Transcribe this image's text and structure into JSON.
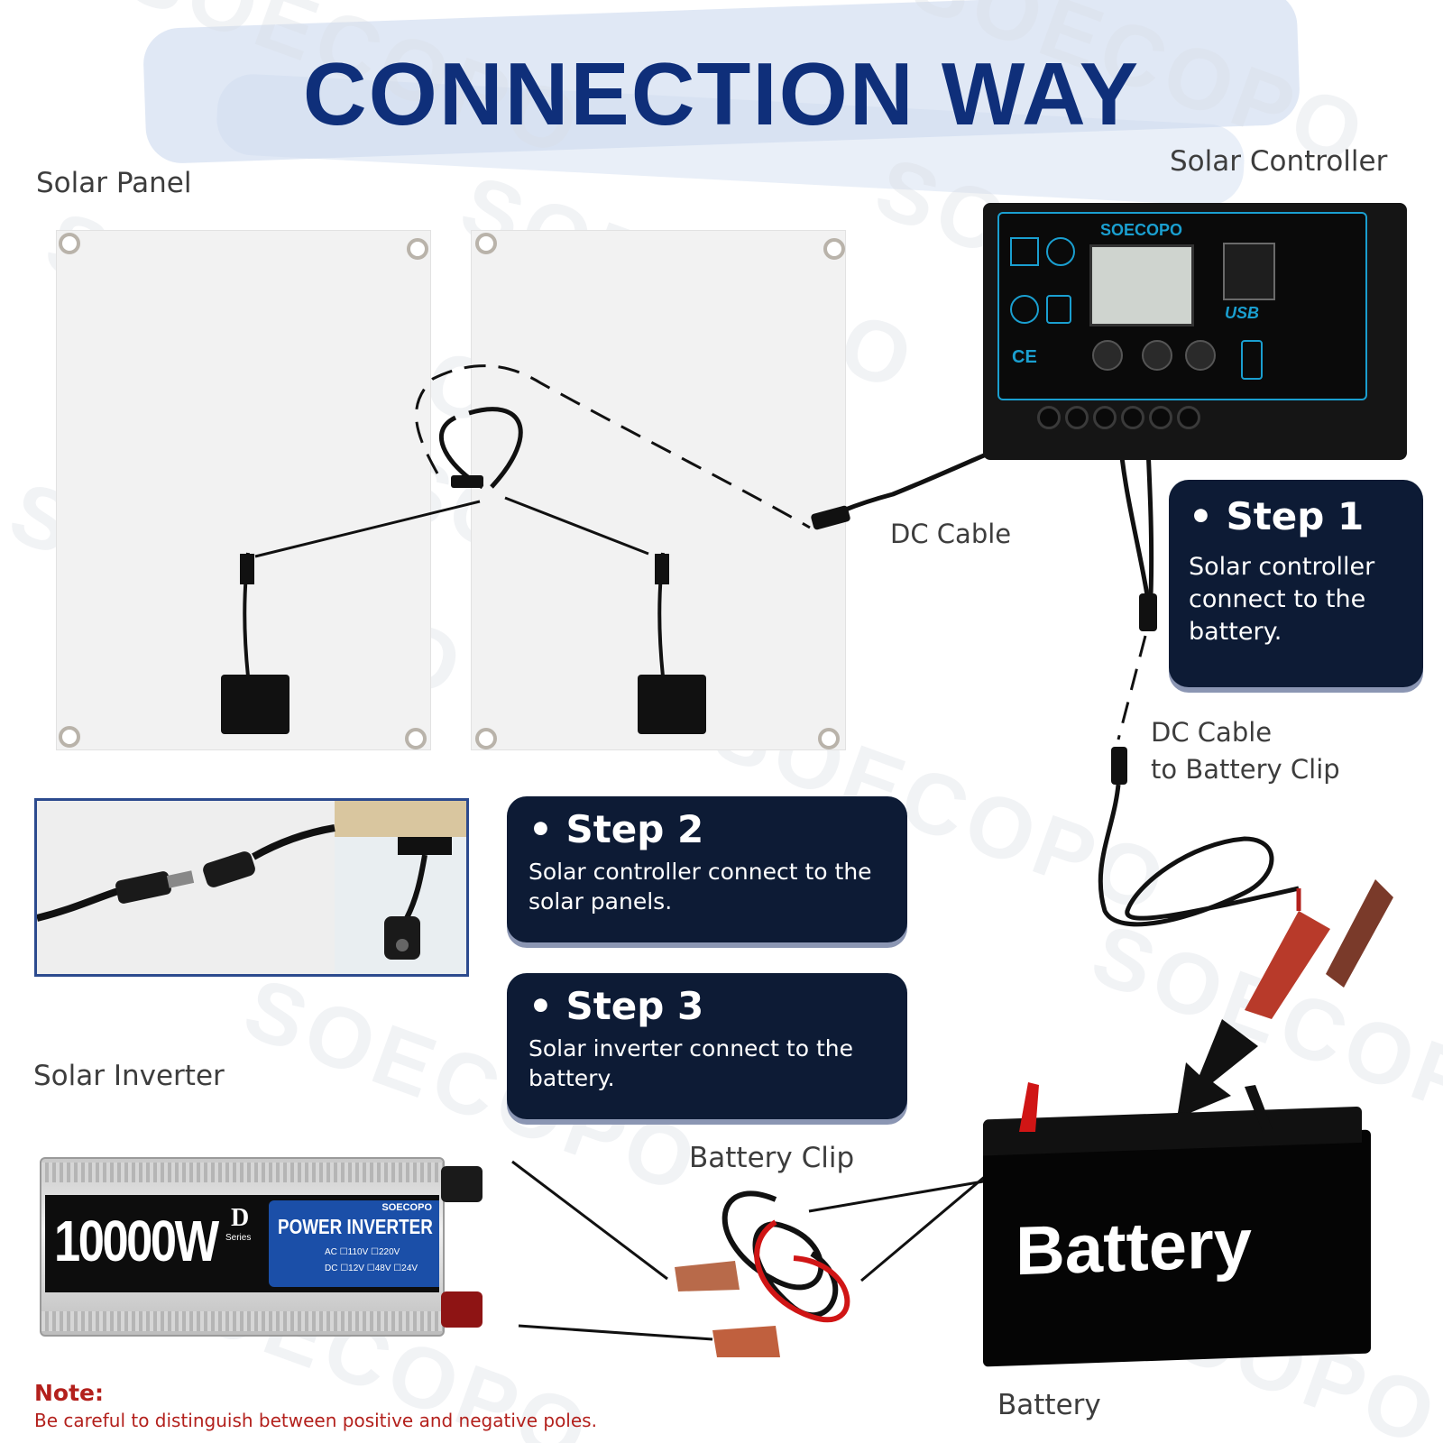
{
  "title": "CONNECTION WAY",
  "watermark": "SOECOPO",
  "labels": {
    "solar_panel": "Solar Panel",
    "solar_controller": "Solar Controller",
    "dc_cable": "DC Cable",
    "dc_cable_battery_line1": "DC Cable",
    "dc_cable_battery_line2": "to Battery Clip",
    "solar_inverter": "Solar Inverter",
    "battery_clip": "Battery Clip",
    "battery": "Battery"
  },
  "steps": [
    {
      "title": "Step 1",
      "line1": "Solar controller",
      "line2": "connect to the",
      "line3": "battery."
    },
    {
      "title": "Step 2",
      "line1": "Solar controller connect to the",
      "line2": "solar panels."
    },
    {
      "title": "Step 3",
      "line1": "Solar inverter connect to the",
      "line2": "battery."
    }
  ],
  "controller": {
    "brand": "SOECOPO",
    "usb": "USB",
    "ce": "CE"
  },
  "inverter": {
    "power": "10000W",
    "series_letter": "D",
    "series_word": "Series",
    "brand": "SOECOPO",
    "name": "POWER INVERTER",
    "ac_line": "AC ☐110V ☐220V",
    "dc_line": "DC ☐12V ☐48V ☐24V"
  },
  "battery_body_text": "Battery",
  "note": {
    "heading": "Note:",
    "text": "Be careful to distinguish between positive and negative poles."
  },
  "colors": {
    "title": "#0f2f7a",
    "step_bg": "#0d1b35",
    "note": "#b3201c",
    "accent_blue": "#1a9fd0",
    "brush": "#cfdcf0"
  }
}
